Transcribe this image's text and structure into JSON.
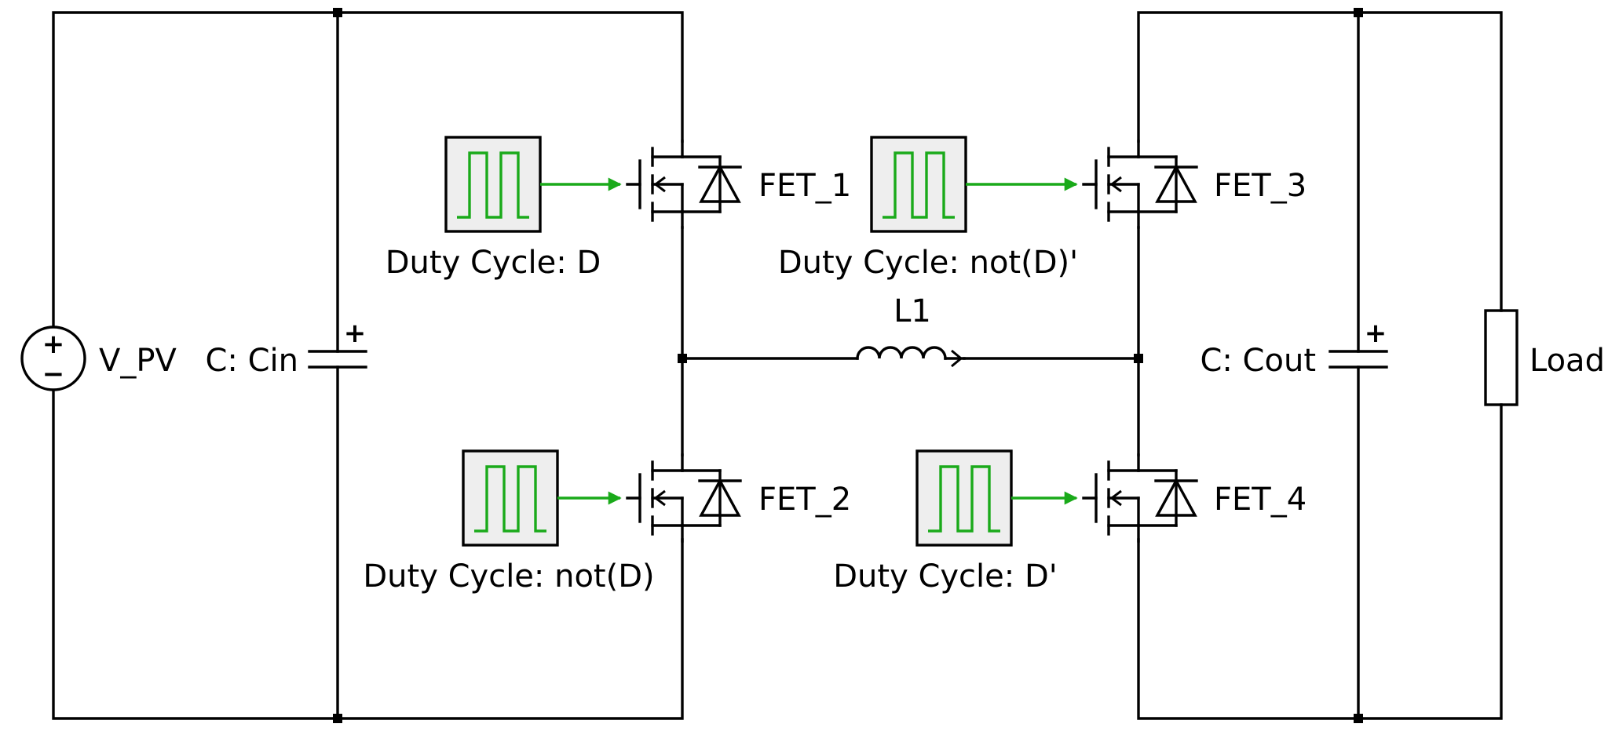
{
  "source": {
    "name": "V_PV",
    "plus": "+",
    "minus": "−"
  },
  "capacitors": {
    "input": {
      "label": "C: Cin",
      "plus": "+"
    },
    "output": {
      "label": "C: Cout",
      "plus": "+"
    }
  },
  "inductor": {
    "label": "L1"
  },
  "load": {
    "label": "Load"
  },
  "switches": [
    {
      "name": "FET_1",
      "gate_signal": "Duty Cycle: D"
    },
    {
      "name": "FET_2",
      "gate_signal": "Duty Cycle: not(D)"
    },
    {
      "name": "FET_3",
      "gate_signal": "Duty Cycle: not(D)'"
    },
    {
      "name": "FET_4",
      "gate_signal": "Duty Cycle: D'"
    }
  ],
  "colors": {
    "wire": "#000000",
    "gate_signal": "#1aaa1a",
    "generator_fill": "#eeeeee"
  }
}
